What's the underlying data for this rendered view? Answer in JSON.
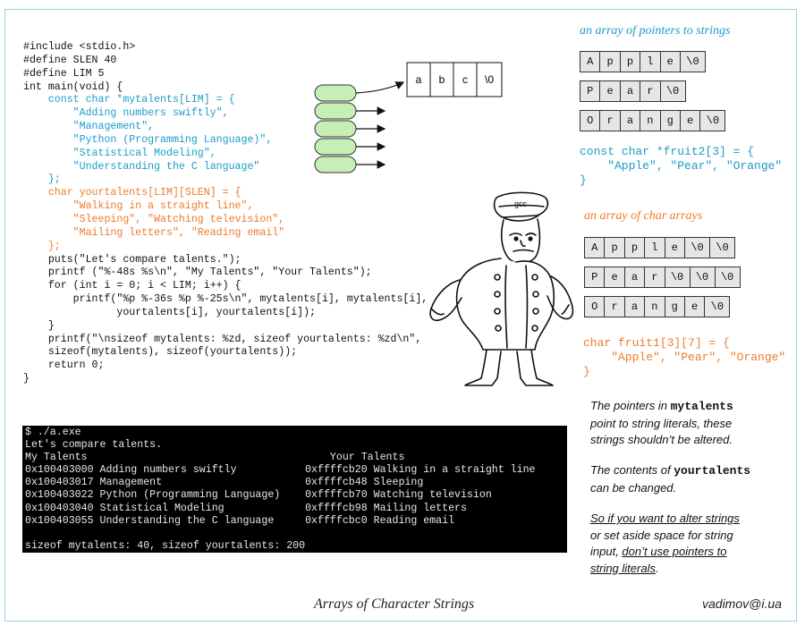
{
  "code": {
    "lines_top": [
      "#include <stdio.h>",
      "#define SLEN 40",
      "#define LIM 5",
      "int main(void) {"
    ],
    "lines_blue": [
      "    const char *mytalents[LIM] = {",
      "        \"Adding numbers swiftly\",",
      "        \"Management\",",
      "        \"Python (Programming Language)\",",
      "        \"Statistical Modeling\",",
      "        \"Understanding the C language\"",
      "    };"
    ],
    "lines_orange": [
      "    char yourtalents[LIM][SLEN] = {",
      "        \"Walking in a straight line\",",
      "        \"Sleeping\", \"Watching television\",",
      "        \"Mailing letters\", \"Reading email\"",
      "    };"
    ],
    "lines_bottom": [
      "    puts(\"Let's compare talents.\");",
      "    printf (\"%-48s %s\\n\", \"My Talents\", \"Your Talents\");",
      "    for (int i = 0; i < LIM; i++) {",
      "        printf(\"%p %-36s %p %-25s\\n\", mytalents[i], mytalents[i],",
      "               yourtalents[i], yourtalents[i]);",
      "    }",
      "    printf(\"\\nsizeof mytalents: %zd, sizeof yourtalents: %zd\\n\",",
      "    sizeof(mytalents), sizeof(yourtalents));",
      "    return 0;",
      "}"
    ]
  },
  "terminal": {
    "lines": [
      "$ ./a.exe",
      "Let's compare talents.",
      "My Talents                                       Your Talents",
      "0x100403000 Adding numbers swiftly           0xffffcb20 Walking in a straight line",
      "0x100403017 Management                       0xffffcb48 Sleeping",
      "0x100403022 Python (Programming Language)    0xffffcb70 Watching television",
      "0x100403040 Statistical Modeling             0xffffcb98 Mailing letters",
      "0x100403055 Understanding the C language     0xffffcbc0 Reading email",
      "",
      "sizeof mytalents: 40, sizeof yourtalents: 200"
    ]
  },
  "pointer_diagram": {
    "target_cells": [
      "a",
      "b",
      "c",
      "\\0"
    ]
  },
  "cartoon": {
    "cap_text": "gcc"
  },
  "pointers_section": {
    "heading": "an array of pointers to strings",
    "rows": [
      [
        "A",
        "p",
        "p",
        "l",
        "e",
        "\\0"
      ],
      [
        "P",
        "e",
        "a",
        "r",
        "\\0"
      ],
      [
        "O",
        "r",
        "a",
        "n",
        "g",
        "e",
        "\\0"
      ]
    ],
    "decl_line1": "const char *fruit2[3] = {",
    "decl_line2": "    \"Apple\", \"Pear\", \"Orange\"",
    "decl_line3": "}"
  },
  "chararrays_section": {
    "heading": "an array of char arrays",
    "rows": [
      [
        "A",
        "p",
        "p",
        "l",
        "e",
        "\\0",
        "\\0"
      ],
      [
        "P",
        "e",
        "a",
        "r",
        "\\0",
        "\\0",
        "\\0"
      ],
      [
        "O",
        "r",
        "a",
        "n",
        "g",
        "e",
        "\\0"
      ]
    ],
    "decl_line1": "char fruit1[3][7] = {",
    "decl_line2": "    \"Apple\", \"Pear\", \"Orange\"",
    "decl_line3": "}"
  },
  "notes": {
    "p1_a": "The pointers in ",
    "p1_code": "mytalents",
    "p1_b": "point to string literals, these",
    "p1_c": "strings shouldn’t be altered.",
    "p2_a": "The contents of ",
    "p2_code": "yourtalents",
    "p2_b": "can be changed.",
    "p3_a": "So if you want to alter strings",
    "p3_b": "or set aside space for string",
    "p3_c": "input, ",
    "p3_d": "don’t use pointers to",
    "p3_e": "string literals",
    "p3_f": "."
  },
  "caption": "Arrays of Character Strings",
  "author": "vadimov@i.ua"
}
